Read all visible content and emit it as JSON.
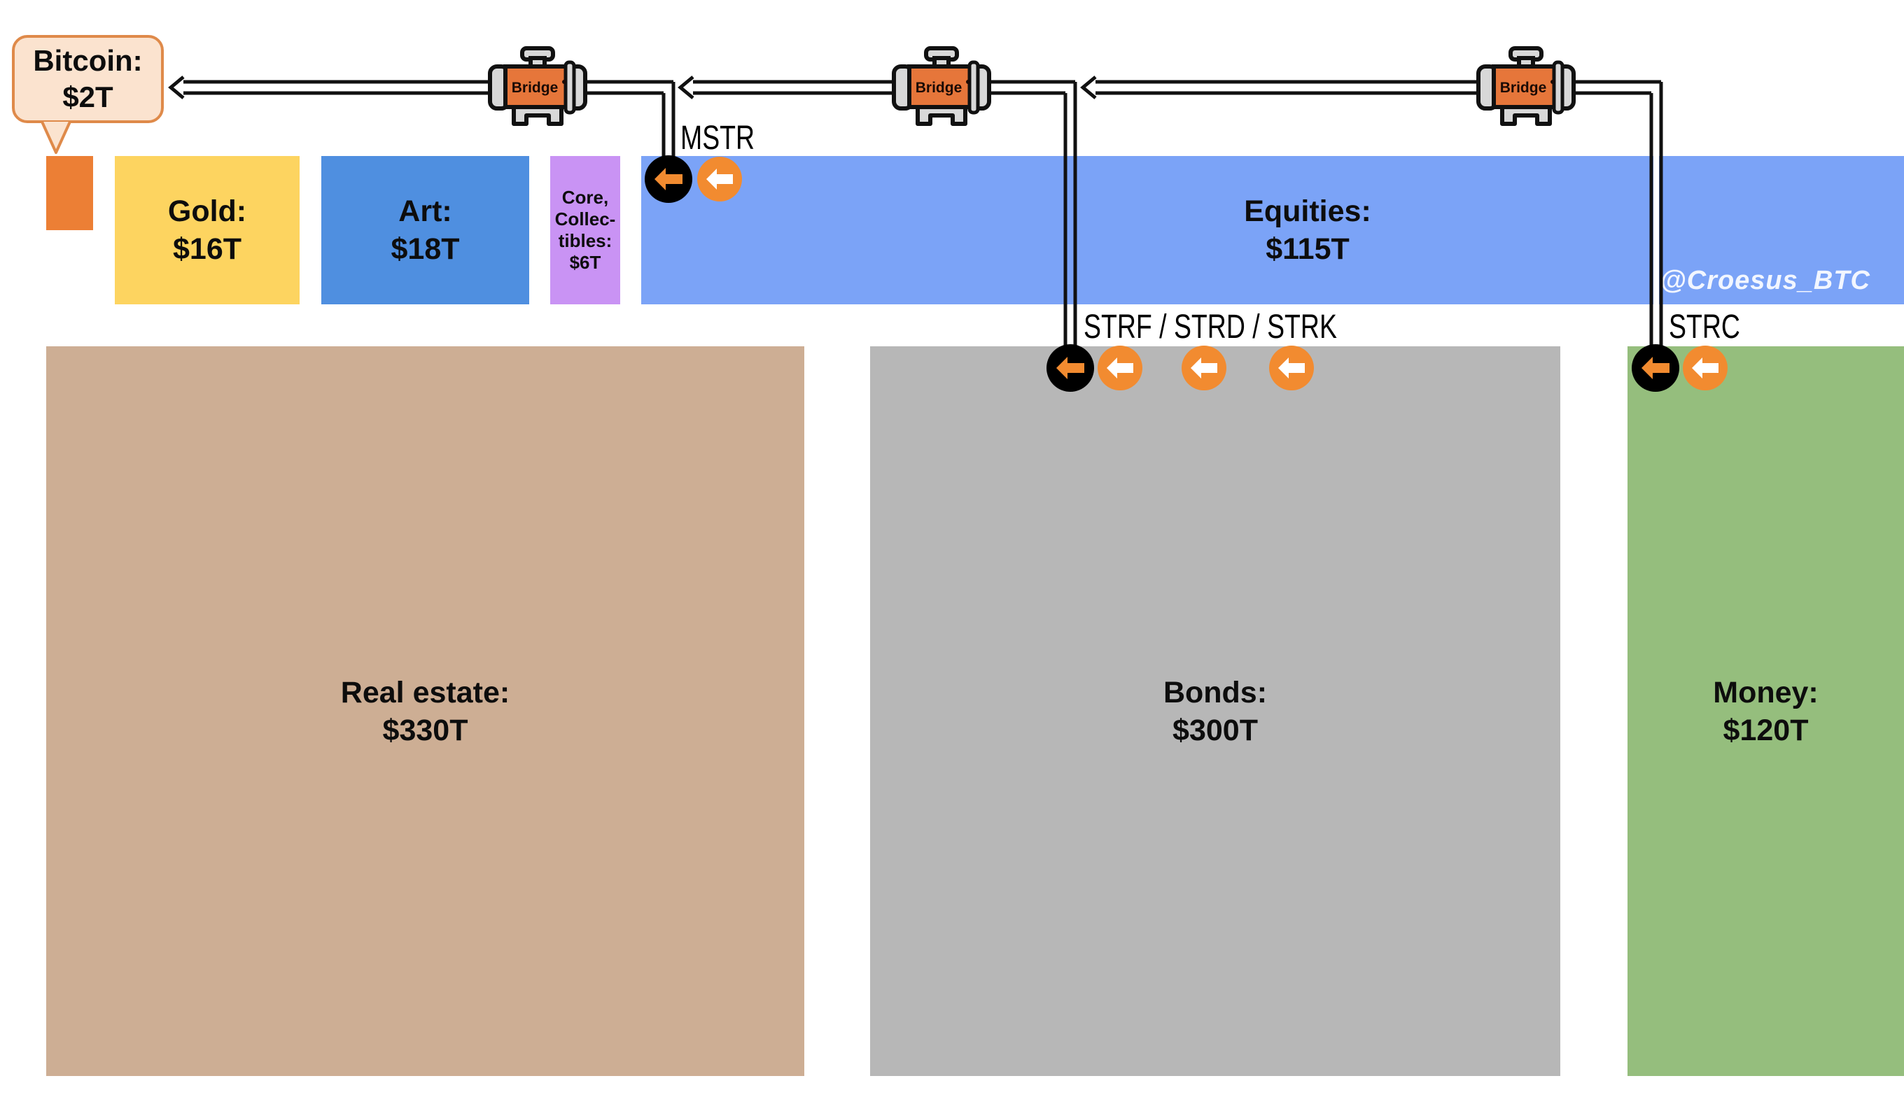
{
  "colors": {
    "bitcoin": "#ec7f35",
    "gold": "#fdd460",
    "art": "#4f8fe0",
    "collectibles": "#c993f4",
    "equities": "#7ba3f7",
    "real_estate": "#cdae94",
    "bonds": "#b7b7b7",
    "money": "#95be7d",
    "bridge_body": "#e6763a",
    "orange_circle": "#f28b30"
  },
  "callout": {
    "name": "Bitcoin:",
    "value": "$2T"
  },
  "assets": [
    {
      "id": "bitcoin",
      "name": "",
      "value": "",
      "trillions": 2
    },
    {
      "id": "gold",
      "name": "Gold:",
      "value": "$16T",
      "trillions": 16
    },
    {
      "id": "art",
      "name": "Art:",
      "value": "$18T",
      "trillions": 18
    },
    {
      "id": "collectibles",
      "name": "Core, Collec- tibles:",
      "name_lines": [
        "Core,",
        "Collec-",
        "tibles:"
      ],
      "value": "$6T",
      "trillions": 6
    },
    {
      "id": "equities",
      "name": "Equities:",
      "value": "$115T",
      "trillions": 115
    },
    {
      "id": "real_estate",
      "name": "Real estate:",
      "value": "$330T",
      "trillions": 330
    },
    {
      "id": "bonds",
      "name": "Bonds:",
      "value": "$300T",
      "trillions": 300
    },
    {
      "id": "money",
      "name": "Money:",
      "value": "$120T",
      "trillions": 120
    }
  ],
  "bridges": [
    {
      "label": "Bridge",
      "mark": "®",
      "source": "MSTR",
      "target_asset": "Equities",
      "inflow_circles": 1
    },
    {
      "label": "Bridge",
      "mark": "®",
      "source": "STRF / STRD / STRK",
      "target_asset": "Bonds",
      "inflow_circles": 3
    },
    {
      "label": "Bridge",
      "mark": "®",
      "source": "STRC",
      "target_asset": "Money",
      "inflow_circles": 1
    }
  ],
  "labels": {
    "mstr": "MSTR",
    "strf_strd_strk": "STRF / STRD / STRK",
    "strc": "STRC"
  },
  "watermark": "@Croesus_BTC",
  "icons": {
    "bridge": "pipe-valve-icon",
    "black_arrow": "black-circle-left-arrow-icon",
    "orange_arrow": "orange-circle-left-arrow-icon",
    "flow_arrow": "hollow-left-arrow-icon"
  }
}
